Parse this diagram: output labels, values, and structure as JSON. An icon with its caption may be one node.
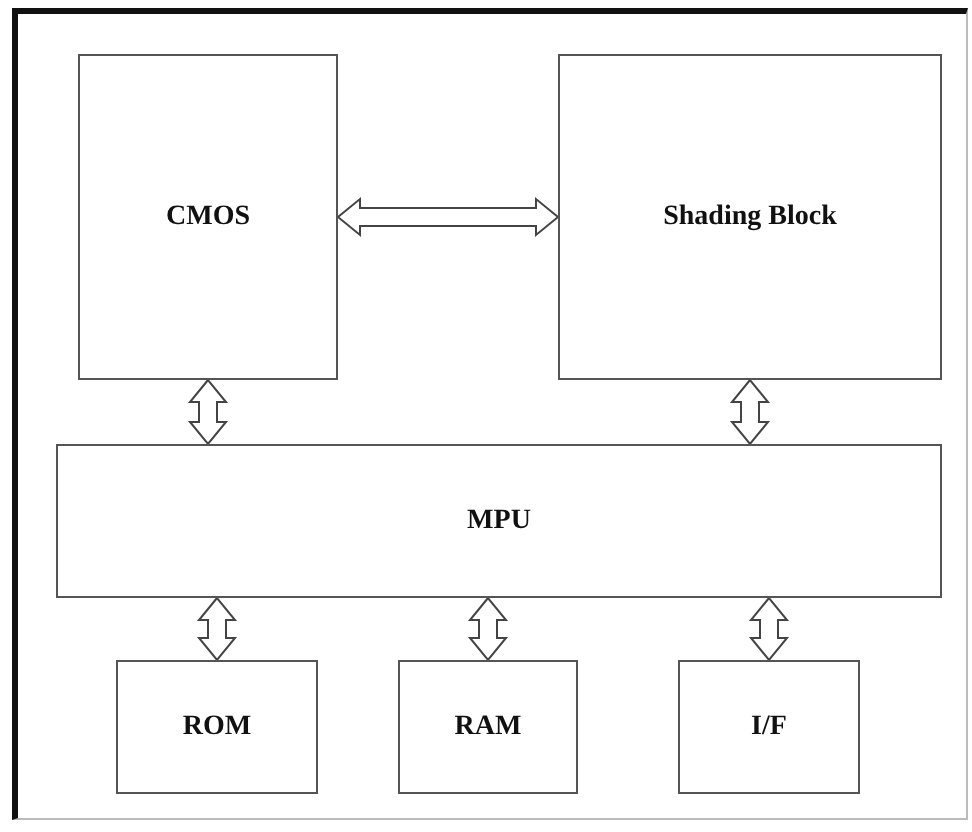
{
  "diagram": {
    "nodes": [
      {
        "text": [
          "CMOS"
        ]
      },
      {
        "text": [
          "Shading Block"
        ]
      },
      {
        "text": [
          "MPU"
        ]
      },
      {
        "text": [
          "ROM"
        ]
      },
      {
        "text": [
          "RAM"
        ]
      },
      {
        "text": [
          "I/F"
        ]
      }
    ],
    "edges": [
      {
        "from": 0,
        "to": 1,
        "arrow": "both"
      },
      {
        "from": 0,
        "to": 2,
        "arrow": "both"
      },
      {
        "from": 1,
        "to": 2,
        "arrow": "both"
      },
      {
        "from": 2,
        "to": 3,
        "arrow": "both"
      },
      {
        "from": 2,
        "to": 4,
        "arrow": "both"
      },
      {
        "from": 2,
        "to": 5,
        "arrow": "both"
      }
    ]
  }
}
